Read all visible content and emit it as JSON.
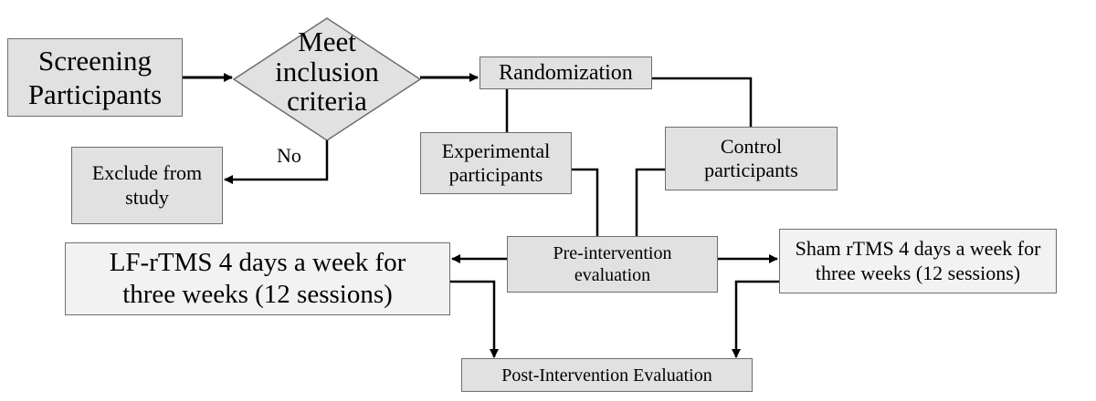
{
  "nodes": {
    "screening": "Screening Participants",
    "criteria": "Meet inclusion criteria",
    "randomization": "Randomization",
    "exclude": "Exclude from study",
    "experimental": "Experimental participants",
    "control": "Control participants",
    "pre_intervention": "Pre-intervention evaluation",
    "lf_rtms": "LF-rTMS 4 days a week for three weeks (12 sessions)",
    "sham_rtms": "Sham rTMS 4 days a week for three weeks (12 sessions)",
    "post_intervention": "Post-Intervention Evaluation"
  },
  "edge_labels": {
    "no": "No"
  },
  "colors": {
    "dark_fill": "#e1e1e1",
    "light_fill": "#f2f2f2",
    "border": "#6d6d6d",
    "line": "#000000"
  }
}
